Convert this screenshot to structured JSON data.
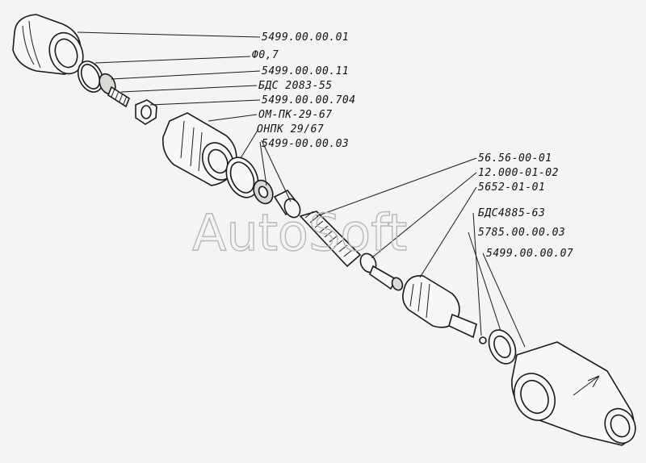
{
  "watermark": "AutoSoft",
  "labels": [
    "5499.00.00.01",
    "Ф0,7",
    "5499.00.00.11",
    "БДС 2083-55",
    "5499.00.00.704",
    "ОМ-ПК-29-67",
    "ОНПК 29/67",
    "5499-00.00.03",
    "56.56-00-01",
    "12.000-01-02",
    "5652-01-01",
    "БДС4885-63",
    "5785.00.00.03",
    "5499.00.00.07"
  ]
}
